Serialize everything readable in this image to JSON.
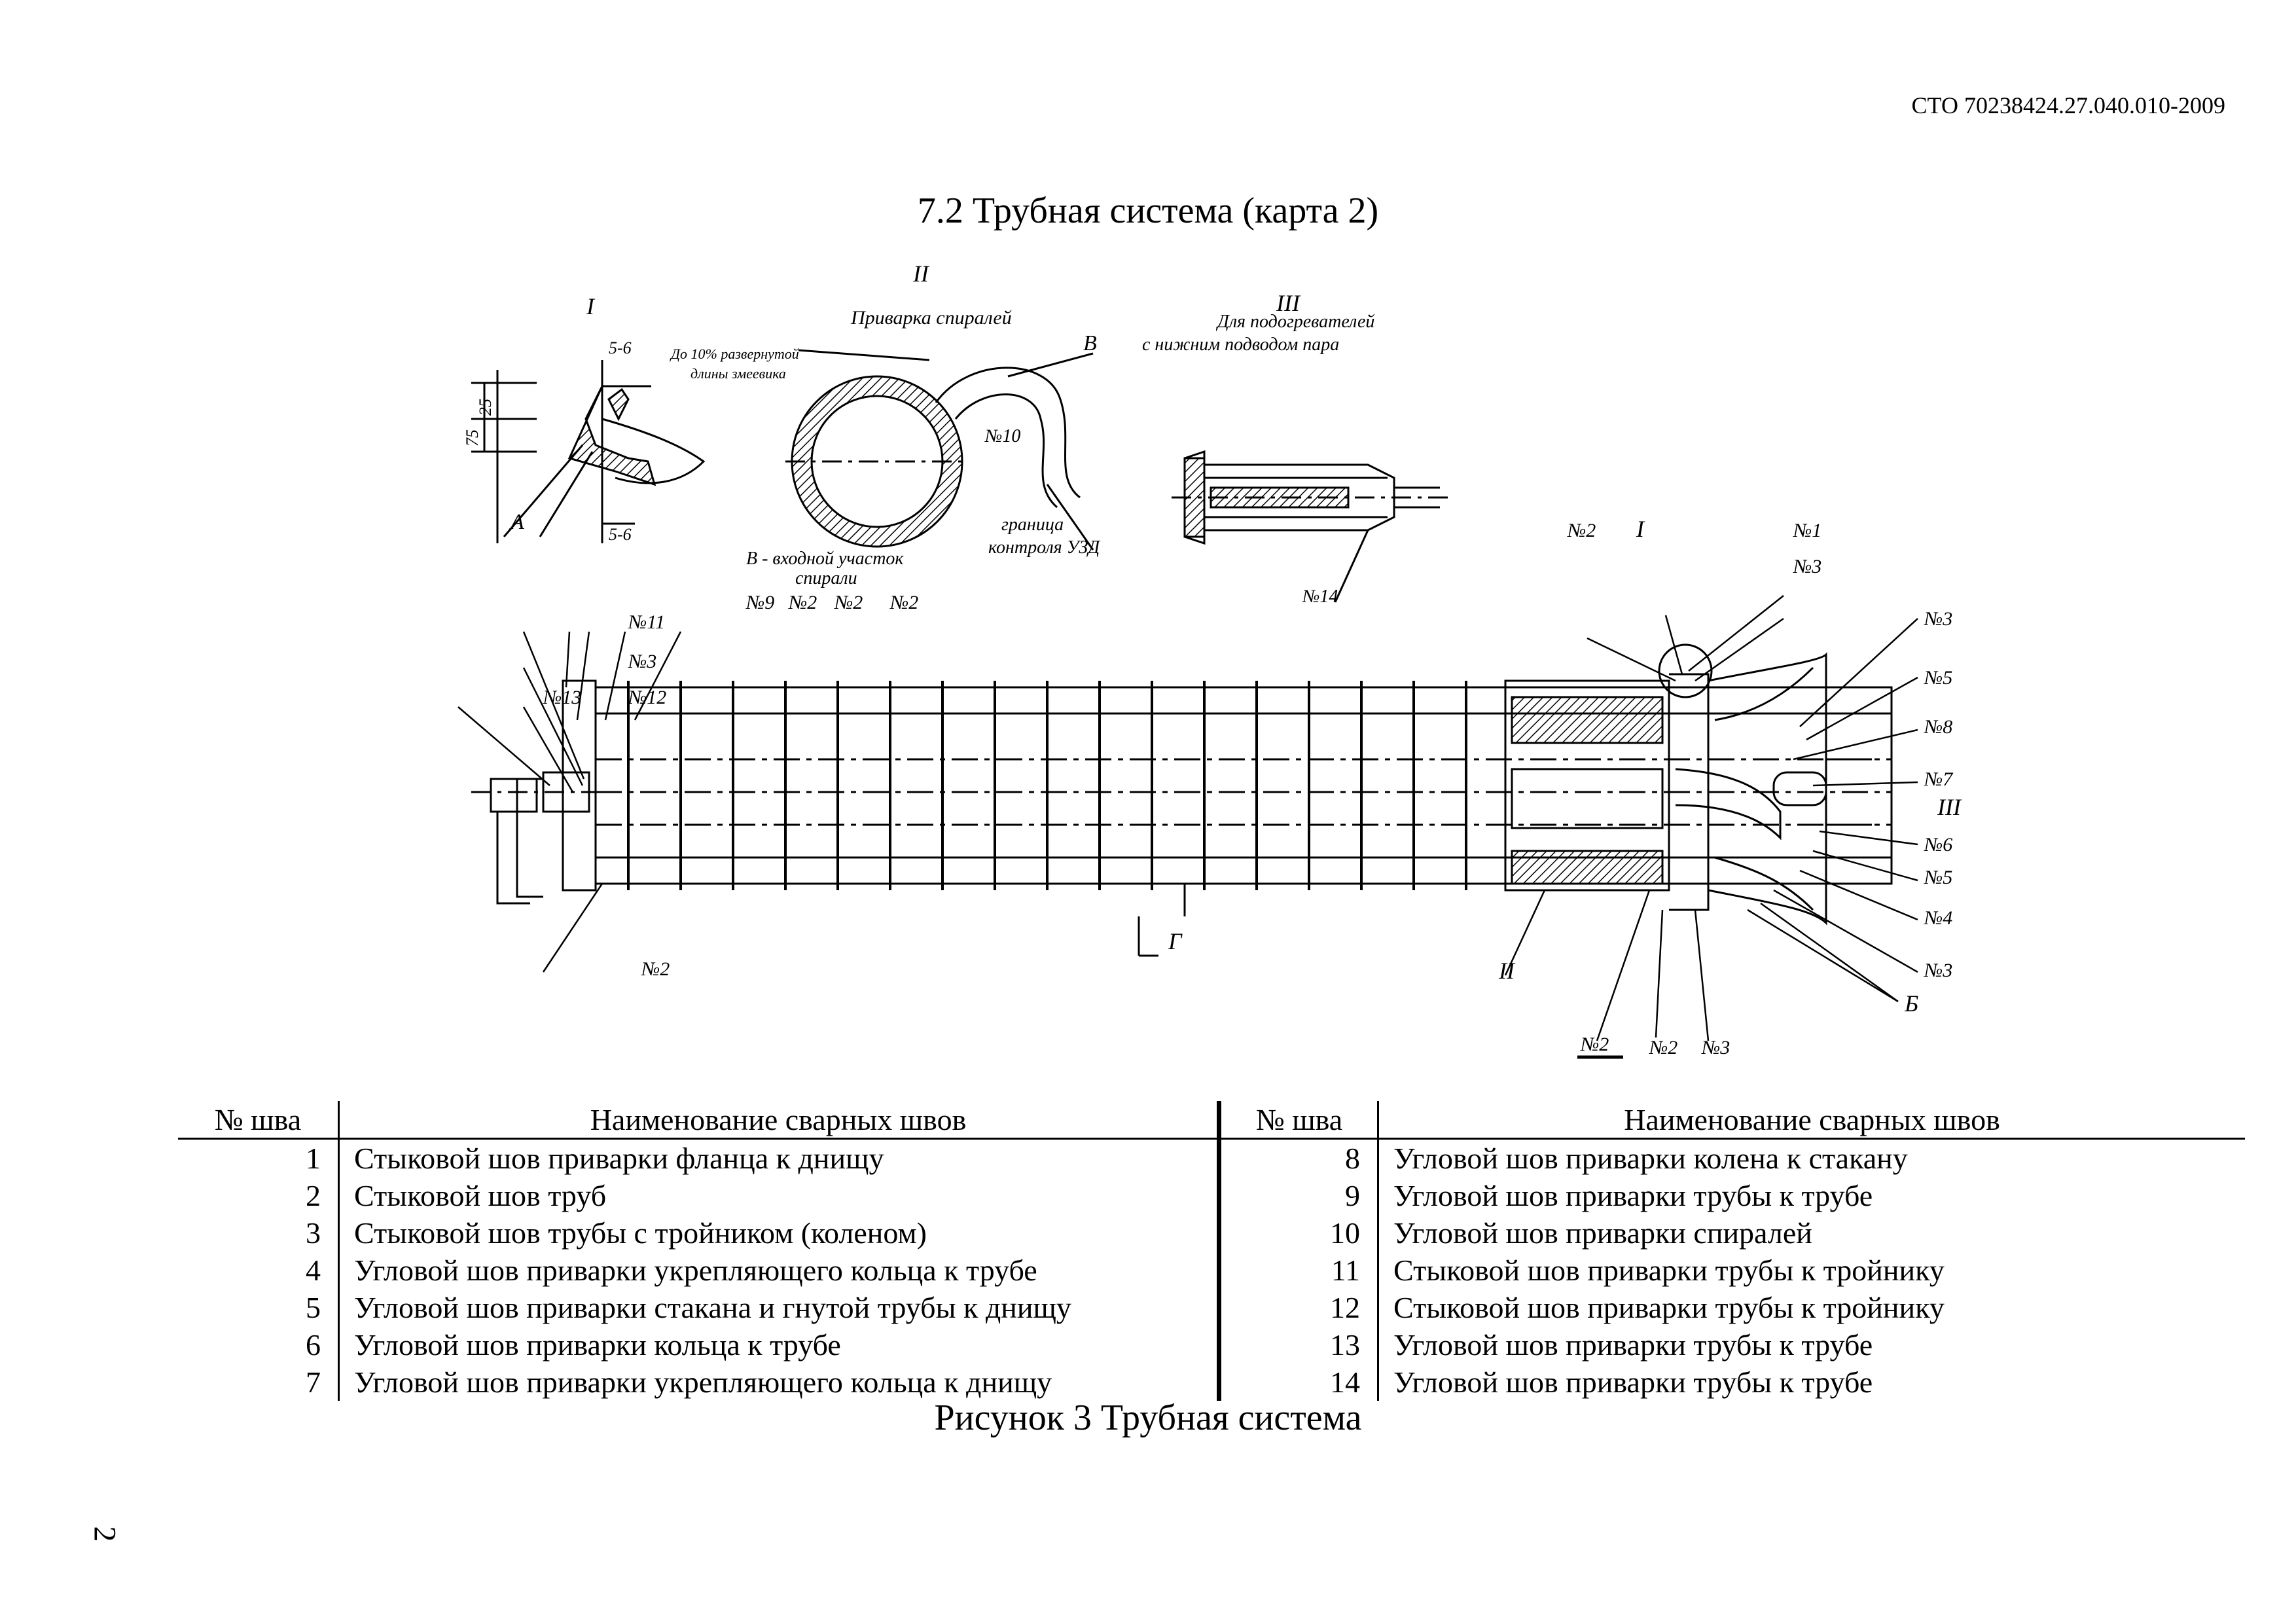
{
  "header": {
    "doc_code": "СТО 70238424.27.040.010-2009"
  },
  "section_title": "7.2 Трубная система (карта 2)",
  "drawing": {
    "detail_I": {
      "title": "I",
      "dim_5_6_top": "5-6",
      "dim_25": "25",
      "dim_75": "75",
      "dim_5_6_bottom": "5-6",
      "label_A": "А"
    },
    "detail_II": {
      "title": "II",
      "caption": "Приварка спиралей",
      "note_line1": "До 10% развернутой",
      "note_line2": "длины змеевика",
      "label_B": "В",
      "weld_10": "№10",
      "border_line1": "граница",
      "border_line2": "контроля УЗД",
      "inlet_line1": "В - входной участок",
      "inlet_line2": "спирали"
    },
    "detail_III": {
      "title": "III",
      "caption_line1": "Для подогревателей",
      "caption_line2": "с нижним подводом пара",
      "weld_14": "№14"
    },
    "main": {
      "labels_left": [
        "№11",
        "№3",
        "№13",
        "№12",
        "№2",
        "№9",
        "№2",
        "№2",
        "№2"
      ],
      "labels_right": [
        "№2",
        "I",
        "№1",
        "№3",
        "№3",
        "№5",
        "№8",
        "№7",
        "III",
        "№6",
        "№5",
        "№4",
        "№3",
        "Б",
        "№3",
        "№2",
        "№2"
      ],
      "label_II": "II",
      "label_G": "Г"
    }
  },
  "table": {
    "headers": {
      "num": "№ шва",
      "name": "Наименование сварных швов",
      "num2": "№ шва",
      "name2": "Наименование сварных швов"
    },
    "rows": [
      {
        "n1": "1",
        "t1": "Стыковой шов приварки фланца к днищу",
        "n2": "8",
        "t2": "Угловой шов приварки колена к стакану"
      },
      {
        "n1": "2",
        "t1": "Стыковой шов труб",
        "n2": "9",
        "t2": "Угловой шов приварки трубы к трубе"
      },
      {
        "n1": "3",
        "t1": "Стыковой шов трубы с тройником (коленом)",
        "n2": "10",
        "t2": "Угловой шов приварки спиралей"
      },
      {
        "n1": "4",
        "t1": "Угловой шов приварки укрепляющего кольца к трубе",
        "n2": "11",
        "t2": "Стыковой шов приварки трубы к тройнику"
      },
      {
        "n1": "5",
        "t1": "Угловой шов приварки стакана и гнутой трубы к днищу",
        "n2": "12",
        "t2": "Стыковой шов приварки трубы к тройнику"
      },
      {
        "n1": "6",
        "t1": "Угловой шов приварки кольца к трубе",
        "n2": "13",
        "t2": "Угловой шов приварки трубы к трубе"
      },
      {
        "n1": "7",
        "t1": "Угловой шов приварки укрепляющего кольца к днищу",
        "n2": "14",
        "t2": "Угловой шов приварки трубы к трубе"
      }
    ]
  },
  "figure_caption": "Рисунок 3 Трубная система",
  "page_number": "2"
}
